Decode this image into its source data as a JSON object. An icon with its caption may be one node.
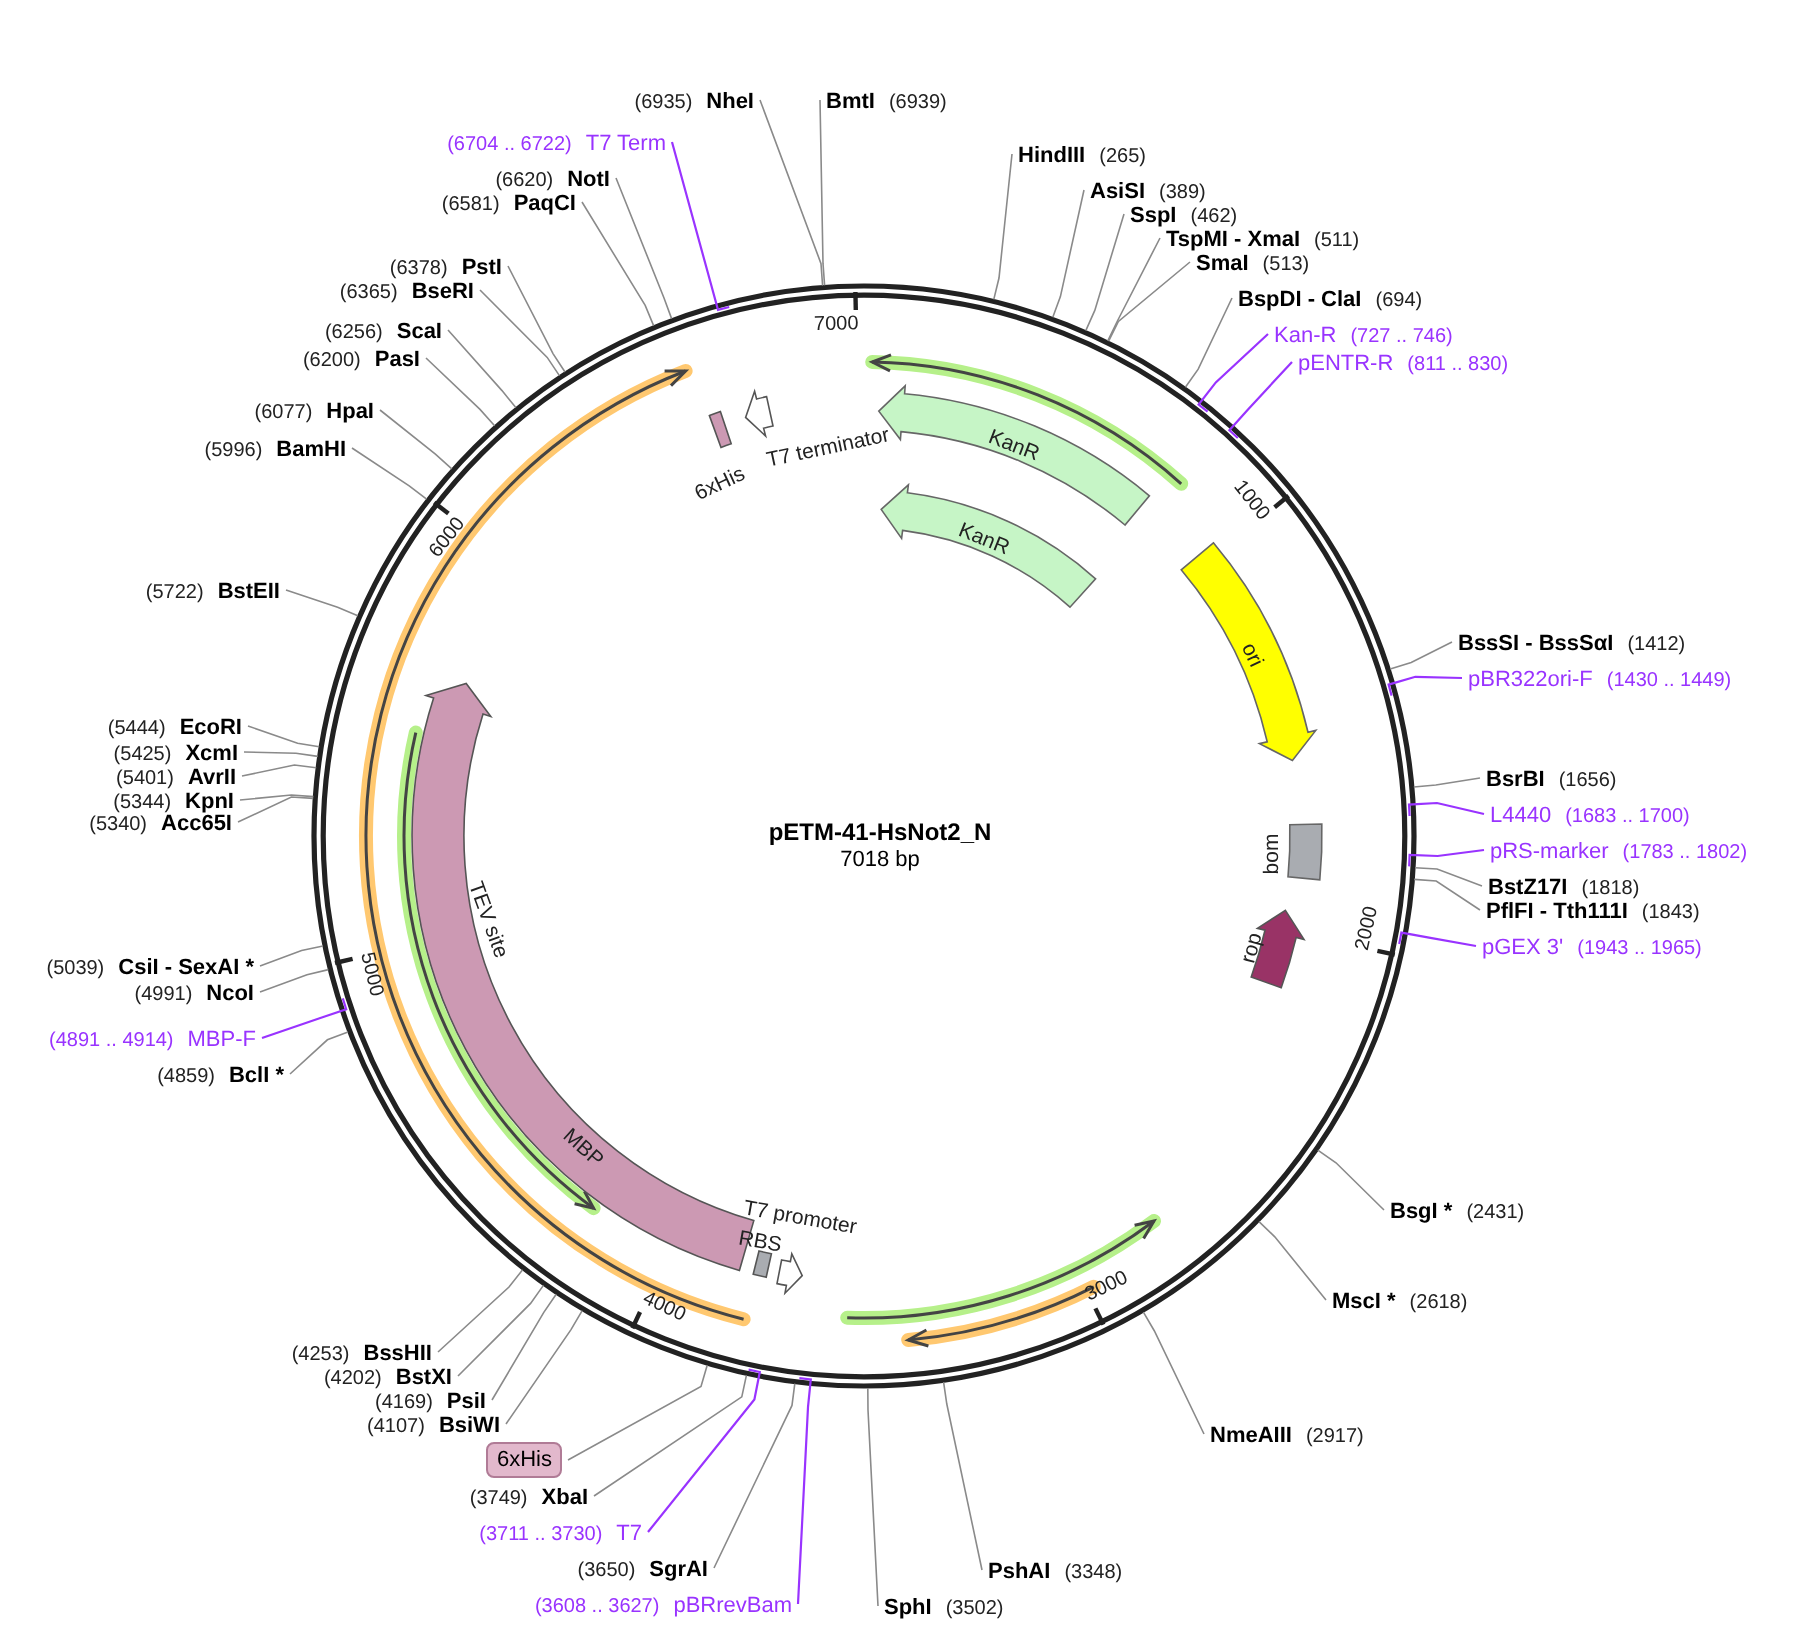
{
  "diagram": {
    "title": "pETM-41-HsNot2_N",
    "nodes": [
      {
        "text": [
          "(6935)",
          "NheI"
        ]
      },
      {
        "text": [
          "BmtI",
          "(6939)"
        ]
      },
      {
        "text": [
          "HindIII",
          "(265)"
        ]
      },
      {
        "text": [
          "AsiSI",
          "(389)"
        ]
      },
      {
        "text": [
          "SspI",
          "(462)"
        ]
      },
      {
        "text": [
          "TspMI - XmaI",
          "(511)"
        ]
      },
      {
        "text": [
          "SmaI",
          "(513)"
        ]
      },
      {
        "text": [
          "BspDI - ClaI",
          "(694)"
        ]
      },
      {
        "text": [
          "Kan-R",
          "(727 .. 746)"
        ]
      },
      {
        "text": [
          "pENTR-R",
          "(811 .. 830)"
        ]
      },
      {
        "text": [
          "BssSI - BssSαI",
          "(1412)"
        ]
      },
      {
        "text": [
          "pBR322ori-F",
          "(1430 .. 1449)"
        ]
      },
      {
        "text": [
          "BsrBI",
          "(1656)"
        ]
      },
      {
        "text": [
          "L4440",
          "(1683 .. 1700)"
        ]
      },
      {
        "text": [
          "pRS-marker",
          "(1783 .. 1802)"
        ]
      },
      {
        "text": [
          "BstZ17I",
          "(1818)"
        ]
      },
      {
        "text": [
          "PflFI - Tth111I",
          "(1843)"
        ]
      },
      {
        "text": [
          "pGEX 3'",
          "(1943 .. 1965)"
        ]
      },
      {
        "text": [
          "BsgI *",
          "(2431)"
        ]
      },
      {
        "text": [
          "MscI *",
          "(2618)"
        ]
      },
      {
        "text": [
          "NmeAIII",
          "(2917)"
        ]
      },
      {
        "text": [
          "PshAI",
          "(3348)"
        ]
      },
      {
        "text": [
          "SphI",
          "(3502)"
        ]
      },
      {
        "text": [
          "(6704 .. 6722)",
          "T7 Term"
        ]
      },
      {
        "text": [
          "(6620)",
          "NotI"
        ]
      },
      {
        "text": [
          "(6581)",
          "PaqCI"
        ]
      },
      {
        "text": [
          "(6378)",
          "PstI"
        ]
      },
      {
        "text": [
          "(6365)",
          "BseRI"
        ]
      },
      {
        "text": [
          "(6256)",
          "ScaI"
        ]
      },
      {
        "text": [
          "(6200)",
          "PasI"
        ]
      },
      {
        "text": [
          "(6077)",
          "HpaI"
        ]
      },
      {
        "text": [
          "(5996)",
          "BamHI"
        ]
      },
      {
        "text": [
          "(5722)",
          "BstEII"
        ]
      },
      {
        "text": [
          "(5444)",
          "EcoRI"
        ]
      },
      {
        "text": [
          "(5425)",
          "XcmI"
        ]
      },
      {
        "text": [
          "(5401)",
          "AvrII"
        ]
      },
      {
        "text": [
          "(5344)",
          "KpnI"
        ]
      },
      {
        "text": [
          "(5340)",
          "Acc65I"
        ]
      },
      {
        "text": [
          "(5039)",
          "CsiI - SexAI *"
        ]
      },
      {
        "text": [
          "(4991)",
          "NcoI"
        ]
      },
      {
        "text": [
          "(4891 .. 4914)",
          "MBP-F"
        ]
      },
      {
        "text": [
          "(4859)",
          "BclI *"
        ]
      },
      {
        "text": [
          "(4253)",
          "BssHII"
        ]
      },
      {
        "text": [
          "(4202)",
          "BstXI"
        ]
      },
      {
        "text": [
          "(4169)",
          "PsiI"
        ]
      },
      {
        "text": [
          "(4107)",
          "BsiWI"
        ]
      },
      {
        "text": [
          "6xHis"
        ]
      },
      {
        "text": [
          "(3749)",
          "XbaI"
        ]
      },
      {
        "text": [
          "(3711 .. 3730)",
          "T7"
        ]
      },
      {
        "text": [
          "(3650)",
          "SgrAI"
        ]
      },
      {
        "text": [
          "(3608 .. 3627)",
          "pBRrevBam"
        ]
      },
      {
        "text": [
          "6xHis"
        ]
      },
      {
        "text": [
          "T7 terminator"
        ]
      },
      {
        "text": [
          "KanR"
        ]
      },
      {
        "text": [
          "KanR"
        ]
      },
      {
        "text": [
          "ori"
        ]
      },
      {
        "text": [
          "bom"
        ]
      },
      {
        "text": [
          "rop"
        ]
      },
      {
        "text": [
          "TEV site"
        ]
      },
      {
        "text": [
          "MBP"
        ]
      },
      {
        "text": [
          "T7 promoter"
        ]
      },
      {
        "text": [
          "RBS"
        ]
      }
    ],
    "edges": [
      {
        "from": 0,
        "to": null,
        "arrow": "none"
      },
      {
        "from": 1,
        "to": null,
        "arrow": "none"
      },
      {
        "from": 2,
        "to": null,
        "arrow": "none"
      },
      {
        "from": 3,
        "to": null,
        "arrow": "none"
      },
      {
        "from": 4,
        "to": null,
        "arrow": "none"
      },
      {
        "from": 5,
        "to": null,
        "arrow": "none"
      },
      {
        "from": 6,
        "to": null,
        "arrow": "none"
      },
      {
        "from": 7,
        "to": null,
        "arrow": "none"
      },
      {
        "from": 8,
        "to": null,
        "arrow": "none",
        "color": "#9933ff"
      },
      {
        "from": 9,
        "to": null,
        "arrow": "none",
        "color": "#9933ff"
      },
      {
        "from": 10,
        "to": null,
        "arrow": "none"
      },
      {
        "from": 11,
        "to": null,
        "arrow": "none",
        "color": "#9933ff"
      },
      {
        "from": 12,
        "to": null,
        "arrow": "none"
      },
      {
        "from": 13,
        "to": null,
        "arrow": "none",
        "color": "#9933ff"
      },
      {
        "from": 14,
        "to": null,
        "arrow": "none",
        "color": "#9933ff"
      },
      {
        "from": 15,
        "to": null,
        "arrow": "none"
      },
      {
        "from": 16,
        "to": null,
        "arrow": "none"
      },
      {
        "from": 17,
        "to": null,
        "arrow": "none",
        "color": "#9933ff"
      },
      {
        "from": 18,
        "to": null,
        "arrow": "none"
      },
      {
        "from": 19,
        "to": null,
        "arrow": "none"
      },
      {
        "from": 20,
        "to": null,
        "arrow": "none"
      },
      {
        "from": 21,
        "to": null,
        "arrow": "none"
      },
      {
        "from": 22,
        "to": null,
        "arrow": "none"
      },
      {
        "from": 23,
        "to": null,
        "arrow": "none",
        "color": "#9933ff"
      },
      {
        "from": 24,
        "to": null,
        "arrow": "none"
      },
      {
        "from": 25,
        "to": null,
        "arrow": "none"
      },
      {
        "from": 26,
        "to": null,
        "arrow": "none"
      },
      {
        "from": 27,
        "to": null,
        "arrow": "none"
      },
      {
        "from": 28,
        "to": null,
        "arrow": "none"
      },
      {
        "from": 29,
        "to": null,
        "arrow": "none"
      },
      {
        "from": 30,
        "to": null,
        "arrow": "none"
      },
      {
        "from": 31,
        "to": null,
        "arrow": "none"
      },
      {
        "from": 32,
        "to": null,
        "arrow": "none"
      },
      {
        "from": 33,
        "to": null,
        "arrow": "none"
      },
      {
        "from": 34,
        "to": null,
        "arrow": "none"
      },
      {
        "from": 35,
        "to": null,
        "arrow": "none"
      },
      {
        "from": 36,
        "to": null,
        "arrow": "none"
      },
      {
        "from": 37,
        "to": null,
        "arrow": "none"
      },
      {
        "from": 38,
        "to": null,
        "arrow": "none"
      },
      {
        "from": 39,
        "to": null,
        "arrow": "none"
      },
      {
        "from": 40,
        "to": null,
        "arrow": "none",
        "color": "#9933ff"
      },
      {
        "from": 41,
        "to": null,
        "arrow": "none"
      },
      {
        "from": 42,
        "to": null,
        "arrow": "none"
      },
      {
        "from": 43,
        "to": null,
        "arrow": "none"
      },
      {
        "from": 44,
        "to": null,
        "arrow": "none"
      },
      {
        "from": 45,
        "to": null,
        "arrow": "none"
      },
      {
        "from": 46,
        "to": null,
        "arrow": "none"
      },
      {
        "from": 47,
        "to": null,
        "arrow": "none"
      },
      {
        "from": 48,
        "to": null,
        "arrow": "none",
        "color": "#9933ff"
      },
      {
        "from": 49,
        "to": null,
        "arrow": "none"
      },
      {
        "from": 50,
        "to": null,
        "arrow": "none",
        "color": "#9933ff"
      }
    ],
    "labels": [
      "7018 bp",
      "1000",
      "2000",
      "3000",
      "4000",
      "5000",
      "6000",
      "7000"
    ]
  }
}
